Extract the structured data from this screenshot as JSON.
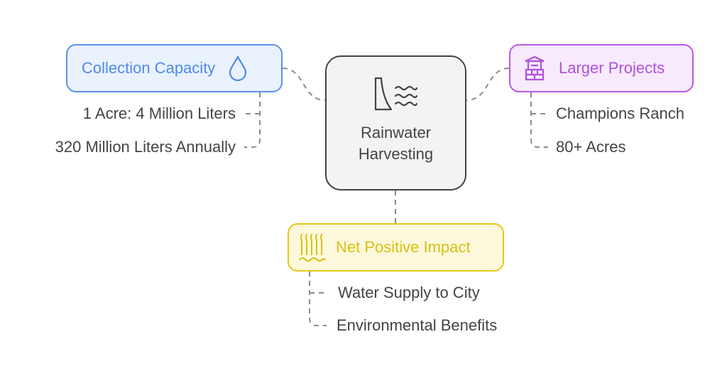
{
  "center": {
    "title_line1": "Rainwater",
    "title_line2": "Harvesting",
    "icon": "dam-water-icon"
  },
  "branches": [
    {
      "label": "Collection Capacity",
      "icon": "water-drop-icon",
      "color": "#5b93ea",
      "fill": "#eaf2fe",
      "items": [
        "1 Acre: 4 Million Liters",
        "320 Million Liters Annually"
      ]
    },
    {
      "label": "Larger Projects",
      "icon": "well-icon",
      "color": "#b85be6",
      "fill": "#f8eafd",
      "items": [
        "Champions Ranch",
        "80+ Acres"
      ]
    },
    {
      "label": "Net Positive Impact",
      "icon": "waterfall-icon",
      "color": "#d9bf10",
      "fill": "#fdf8dc",
      "items": [
        "Water Supply to City",
        "Environmental Benefits"
      ]
    }
  ]
}
